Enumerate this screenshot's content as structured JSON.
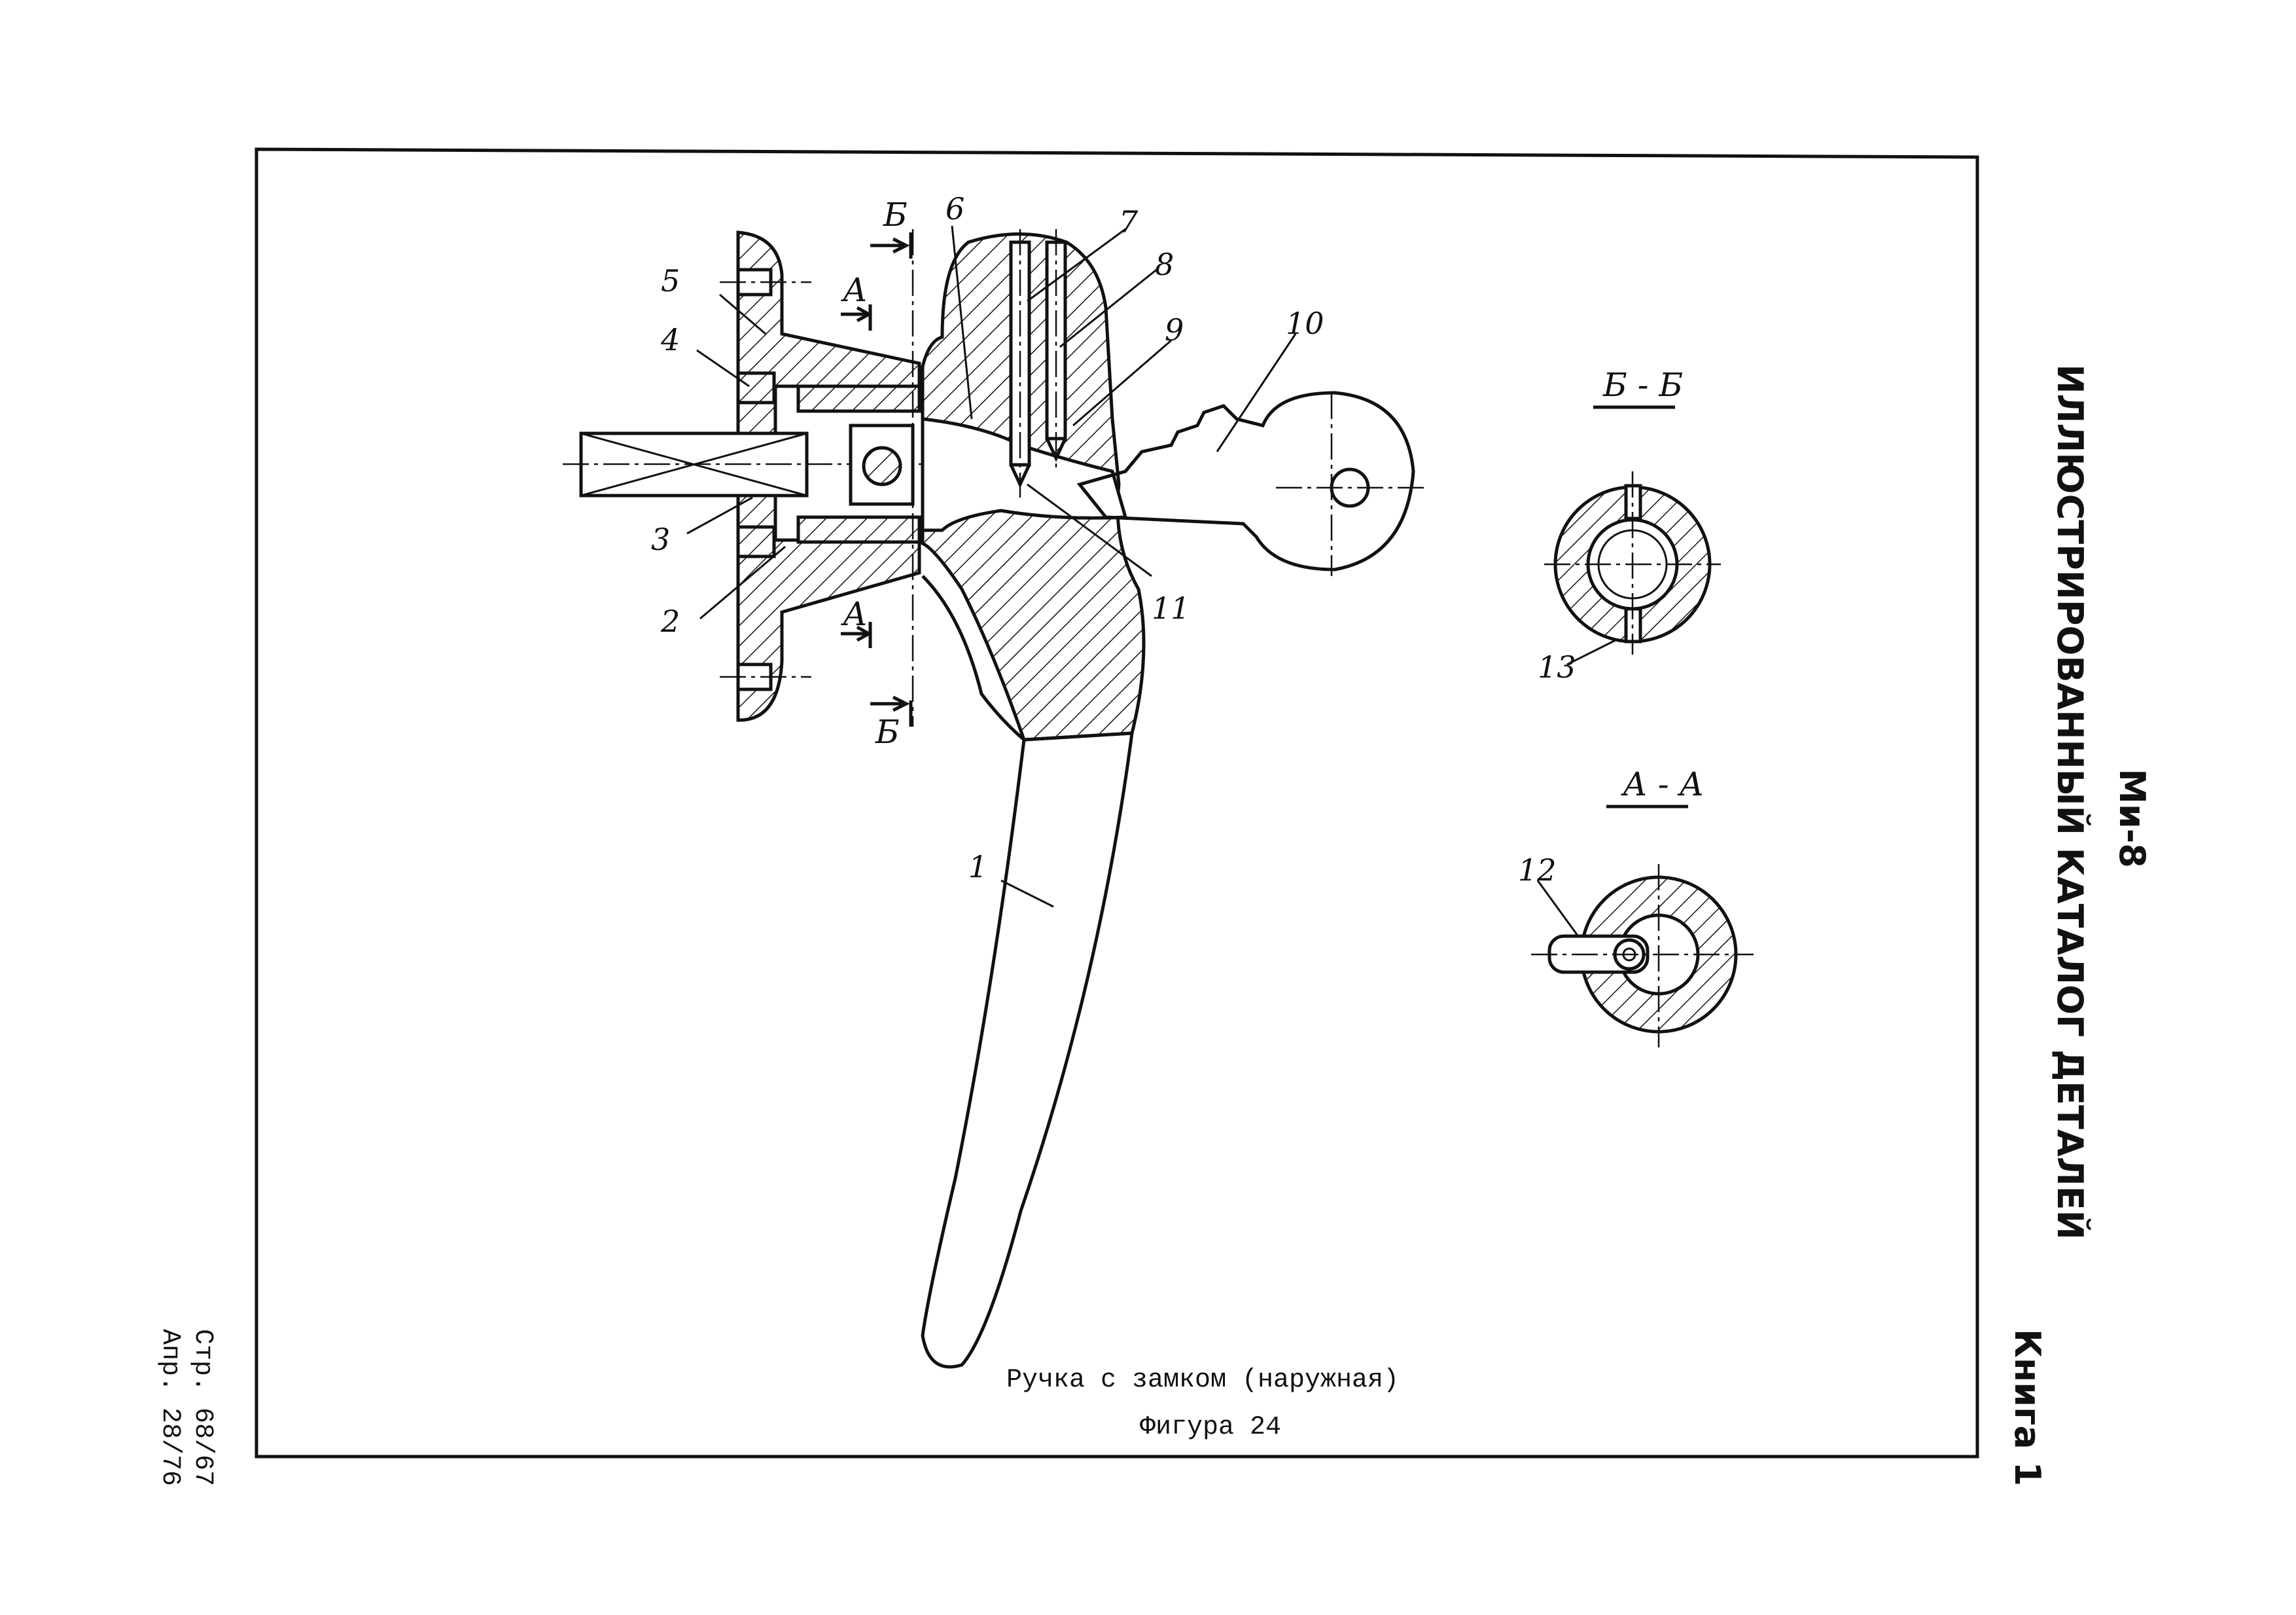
{
  "header": {
    "aircraft": "Ми-8",
    "catalog_title": "ИЛЛЮСТРИРОВАННЫЙ КАТАЛОГ ДЕТАЛЕЙ",
    "book": "Книга 1"
  },
  "footer": {
    "page": "Стр. 68/67",
    "date": "Апр. 28/76"
  },
  "figure": {
    "caption": "Ручка с замком (наружная)",
    "number": "Фигура 24"
  },
  "callouts": [
    "1",
    "2",
    "3",
    "4",
    "5",
    "6",
    "7",
    "8",
    "9",
    "10",
    "11",
    "12",
    "13"
  ],
  "section_marks": {
    "b": "Б",
    "a": "А",
    "view_bb": "Б - Б",
    "view_aa": "А - А"
  }
}
